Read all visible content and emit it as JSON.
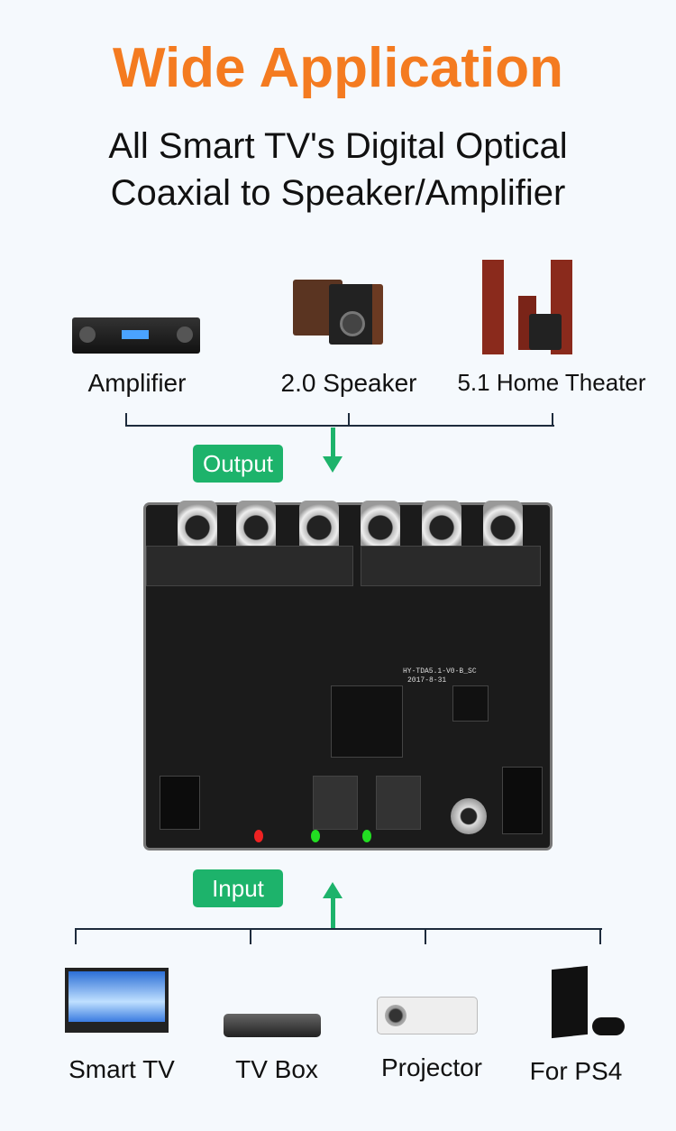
{
  "title": "Wide Application",
  "subtitle": [
    "All Smart TV's Digital Optical",
    "Coaxial to Speaker/Amplifier"
  ],
  "outputs": [
    {
      "label": "Amplifier",
      "icon": "amplifier-icon"
    },
    {
      "label": "2.0 Speaker",
      "icon": "speaker-icon"
    },
    {
      "label": "5.1 Home Theater",
      "icon": "home-theater-icon"
    }
  ],
  "output_badge": "Output",
  "input_badge": "Input",
  "board": {
    "model": "HY-TDA5.1-V0-B_SC",
    "date": "2017-8-31"
  },
  "inputs": [
    {
      "label": "Smart TV",
      "icon": "tv-icon"
    },
    {
      "label": "TV Box",
      "icon": "tv-box-icon"
    },
    {
      "label": "Projector",
      "icon": "projector-icon"
    },
    {
      "label": "For PS4",
      "icon": "ps4-icon"
    }
  ],
  "colors": {
    "title": "#f47b20",
    "badge": "#1db36b",
    "line": "#1d2b3c"
  }
}
